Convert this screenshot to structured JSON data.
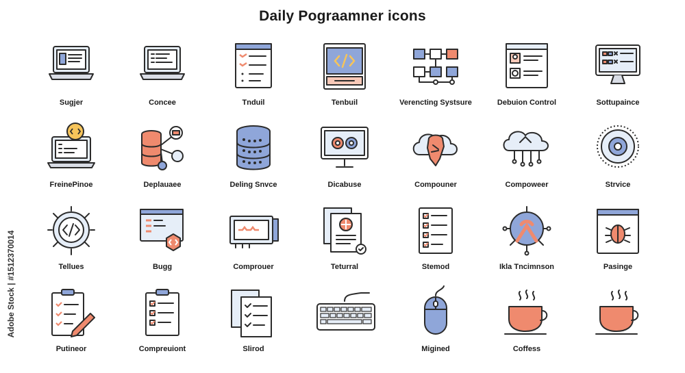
{
  "title": "Daily Pograamner icons",
  "side_text": "Adobe Stock | #1512370014",
  "colors": {
    "blue": "#8fa6d9",
    "salmon": "#ef8a6e",
    "light_blue": "#e6eef8",
    "outline": "#2b2b2b",
    "yellow": "#f6c45a"
  },
  "icons": [
    {
      "label": "Sugjer",
      "icon": "laptop-code-icon"
    },
    {
      "label": "Concee",
      "icon": "laptop-terminal-icon"
    },
    {
      "label": "Tnduil",
      "icon": "browser-checklist-icon"
    },
    {
      "label": "Tenbuil",
      "icon": "code-window-icon"
    },
    {
      "label": "Verencting Systsure",
      "icon": "version-flow-icon"
    },
    {
      "label": "Debuion Control",
      "icon": "debug-window-icon"
    },
    {
      "label": "Sottupaince",
      "icon": "monitor-settings-icon"
    },
    {
      "label": "FreinePinoe",
      "icon": "laptop-chat-code-icon"
    },
    {
      "label": "Deplauaee",
      "icon": "database-network-icon"
    },
    {
      "label": "Deling Snvce",
      "icon": "server-stack-icon"
    },
    {
      "label": "Dicabuse",
      "icon": "monitor-gears-icon"
    },
    {
      "label": "Compouner",
      "icon": "cloud-brain-icon"
    },
    {
      "label": "Compoweer",
      "icon": "cloud-network-icon"
    },
    {
      "label": "Strvice",
      "icon": "service-gear-icon"
    },
    {
      "label": "Tellues",
      "icon": "code-hub-icon"
    },
    {
      "label": "Bugg",
      "icon": "bug-window-icon"
    },
    {
      "label": "Comprouer",
      "icon": "hardware-card-icon"
    },
    {
      "label": "Teturral",
      "icon": "document-tutorial-icon"
    },
    {
      "label": "Stemod",
      "icon": "checklist-icon"
    },
    {
      "label": "Ikla Tncimnson",
      "icon": "network-hub-icon"
    },
    {
      "label": "Pasinge",
      "icon": "bug-page-icon"
    },
    {
      "label": "Putineor",
      "icon": "clipboard-pencil-icon"
    },
    {
      "label": "Compreuiont",
      "icon": "clipboard-check-icon"
    },
    {
      "label": "Slirod",
      "icon": "documents-check-icon"
    },
    {
      "label": "",
      "icon": "keyboard-icon"
    },
    {
      "label": "Migined",
      "icon": "mouse-icon"
    },
    {
      "label": "Coffess",
      "icon": "coffee-cup-icon"
    },
    {
      "label": "",
      "icon": "tea-cup-icon"
    }
  ]
}
